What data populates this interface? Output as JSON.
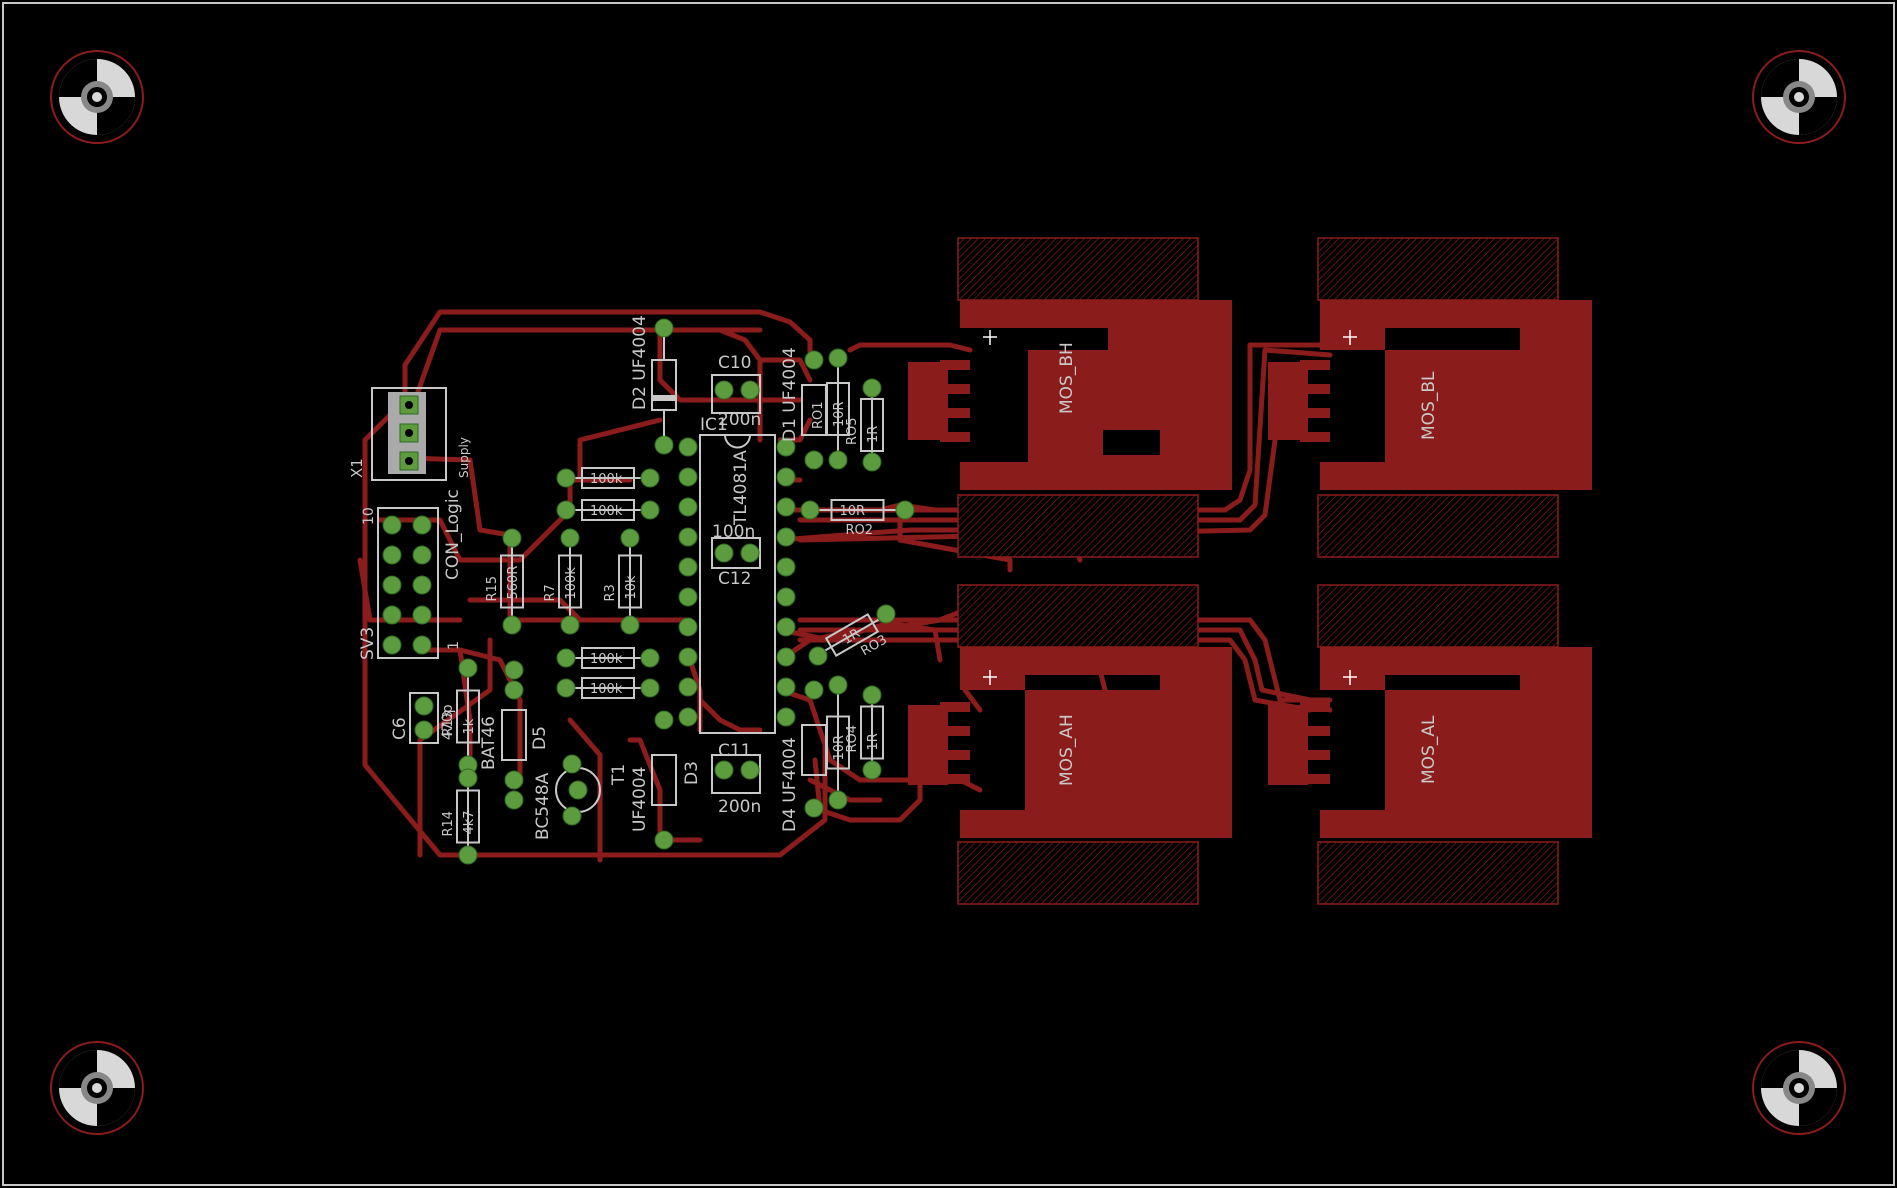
{
  "board": {
    "background": "#000000",
    "outline_color": "#c8c8c8",
    "copper_color": "#8b1c1c",
    "pad_color": "#5d9b3f",
    "silk_color": "#c8c8c8"
  },
  "mounting_holes": [
    {
      "id": "hole-top-left",
      "icon": "mounting-hole-icon"
    },
    {
      "id": "hole-top-right",
      "icon": "mounting-hole-icon"
    },
    {
      "id": "hole-bottom-left",
      "icon": "mounting-hole-icon"
    },
    {
      "id": "hole-bottom-right",
      "icon": "mounting-hole-icon"
    }
  ],
  "mosfets": [
    {
      "name": "MOS_BH"
    },
    {
      "name": "MOS_BL"
    },
    {
      "name": "MOS_AH"
    },
    {
      "name": "MOS_AL"
    }
  ],
  "labels": {
    "x1": "X1",
    "supply": "Supply",
    "sv3": "SV3",
    "con_logic": "CON_Logic",
    "pin10": "10",
    "pin1": "1",
    "d2": "D2 UF4004",
    "d1": "D1 UF4004",
    "d3": "D3",
    "d3_val": "UF4004",
    "d4": "D4 UF4004",
    "c10": "C10",
    "c10_val": "200n",
    "c11": "C11",
    "c11_val": "200n",
    "c12": "C12",
    "c12_val": "100n",
    "ic1": "IC1",
    "ic1_val": "TL4081A",
    "c6": "C6",
    "c6_val": "470p",
    "d5": "D5",
    "d5_val": "BAT46",
    "t1": "T1",
    "t1_val": "BC548A",
    "r15": "R15",
    "r15_val": "560R",
    "r7": "R7",
    "r7_val": "100k",
    "r3": "R3",
    "r3_val": "10k",
    "r_top1": "100k",
    "r_top2": "100k",
    "r_bot1": "100k",
    "r_bot2": "100k",
    "r14": "R14",
    "r14_val": "4k7",
    "r_mid": "1k",
    "r_mid_label": "R13",
    "ro1": "RO1",
    "ro1_val": "10R",
    "ro5": "RO5",
    "ro5_val": "1R",
    "ro2": "RO2",
    "ro2_val": "10R",
    "ro3": "RO3",
    "ro3_val": "1R",
    "ro4": "RO4",
    "ro4_val": "1R",
    "rod_val": "10R"
  }
}
